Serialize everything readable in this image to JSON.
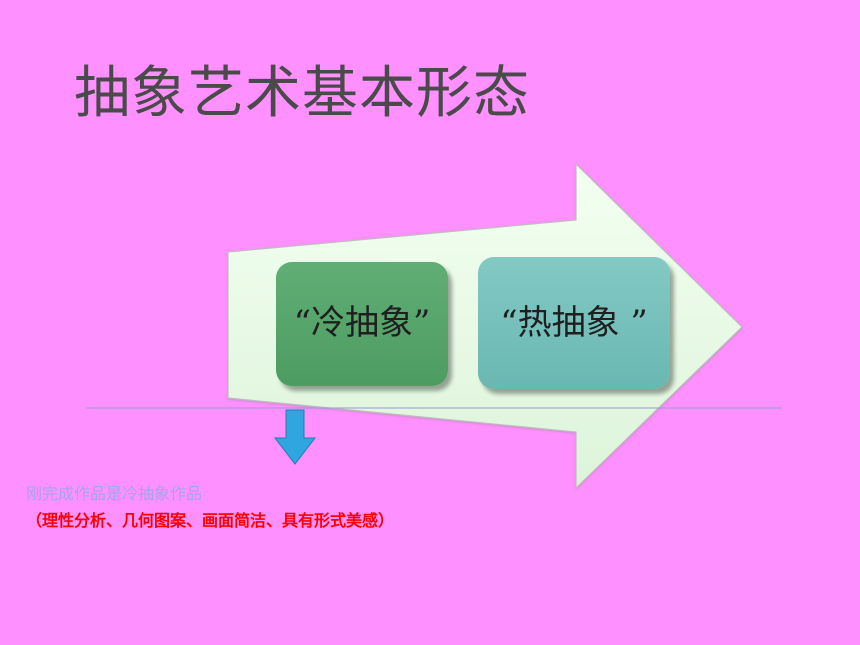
{
  "slide": {
    "title": "抽象艺术基本形态",
    "boxes": {
      "cold": "“冷抽象”",
      "hot": "“热抽象 ”"
    },
    "caption": "刚完成作品是冷抽象作品",
    "note": "（理性分析、几何图案、画面简洁、具有形式美感）"
  },
  "colors": {
    "background": "#ff90ff",
    "arrow_fill": "#e8fbe6",
    "cold_box": "#55a46b",
    "hot_box": "#76c0bc",
    "down_arrow": "#2fa6df",
    "note_text": "#ff0000"
  }
}
